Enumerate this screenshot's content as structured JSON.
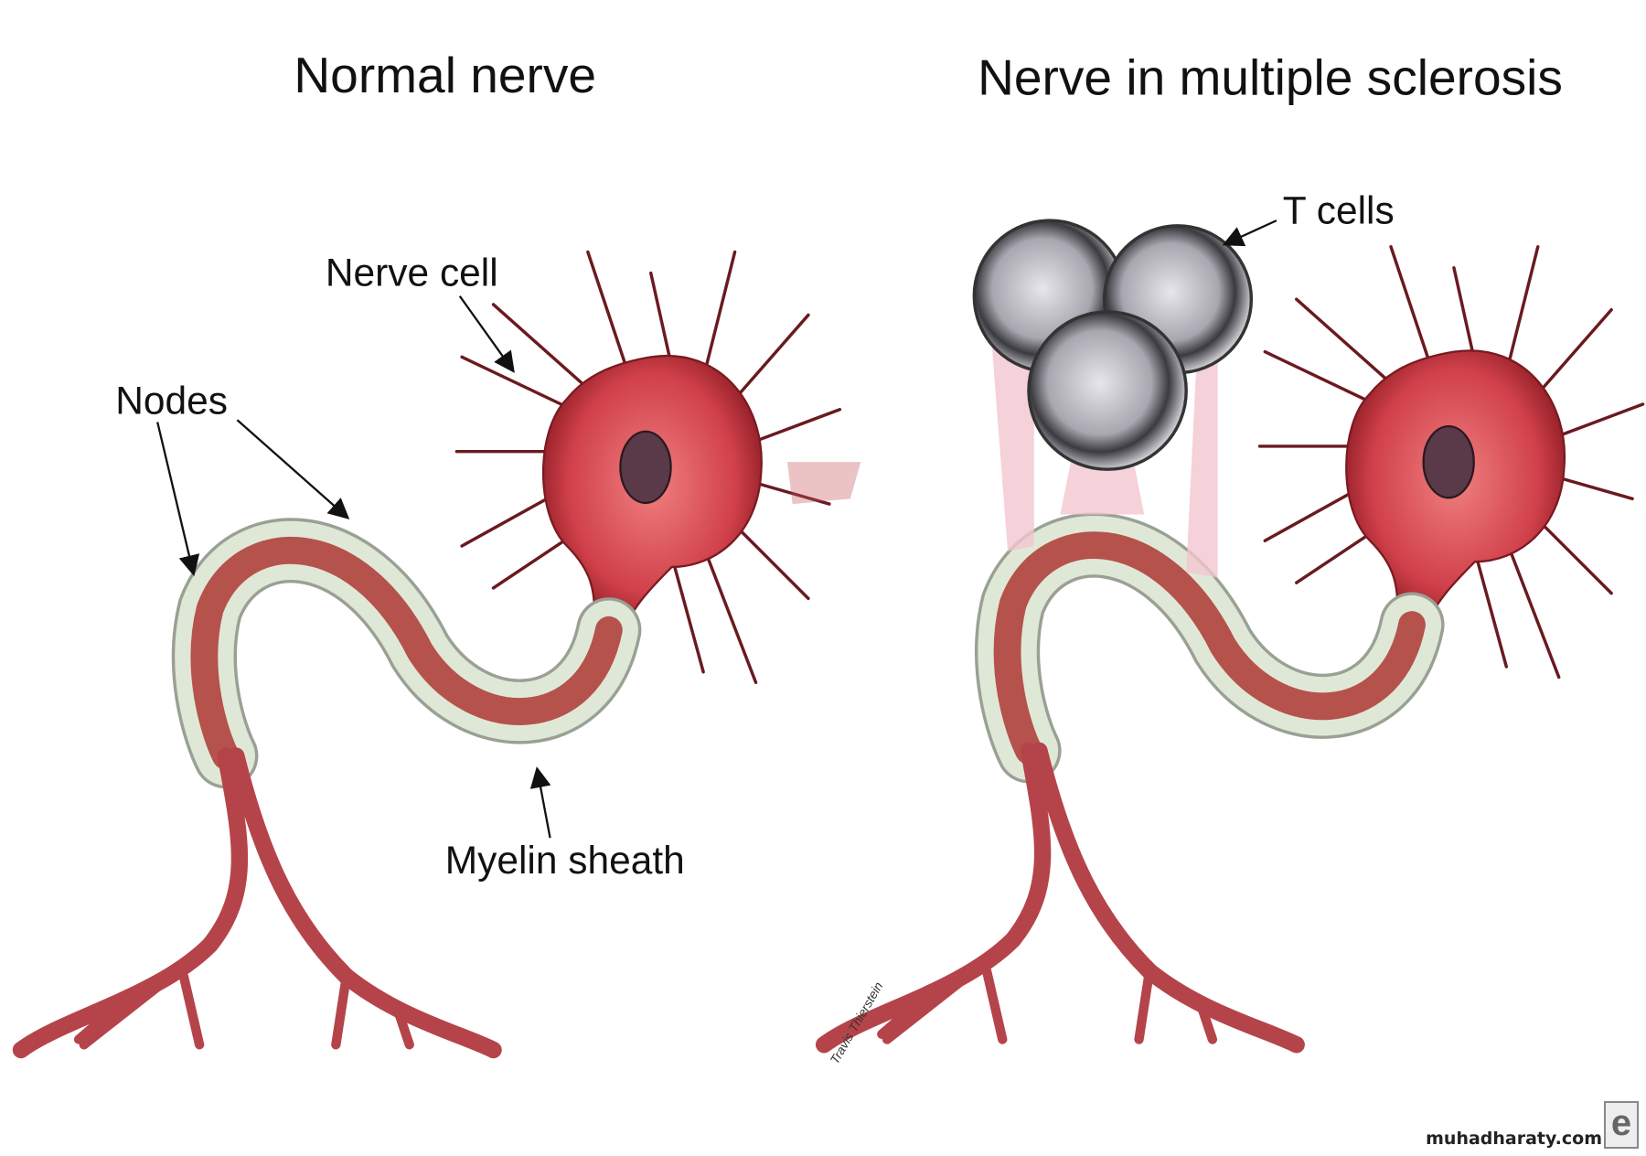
{
  "titles": {
    "normal": "Normal nerve",
    "ms": "Nerve in multiple sclerosis"
  },
  "labels": {
    "nerve_cell": "Nerve cell",
    "nodes": "Nodes",
    "myelin_sheath": "Myelin sheath",
    "t_cells": "T cells"
  },
  "signature": "Travis Thierstein",
  "watermark": {
    "text": "muhadharaty.com",
    "logo": "e"
  },
  "colors": {
    "cell_body": "#c0313a",
    "axon": "#b5524c",
    "myelin": "#dfe8d6",
    "t_cell": "#9a98a0",
    "beam": "#f2c6d0"
  }
}
